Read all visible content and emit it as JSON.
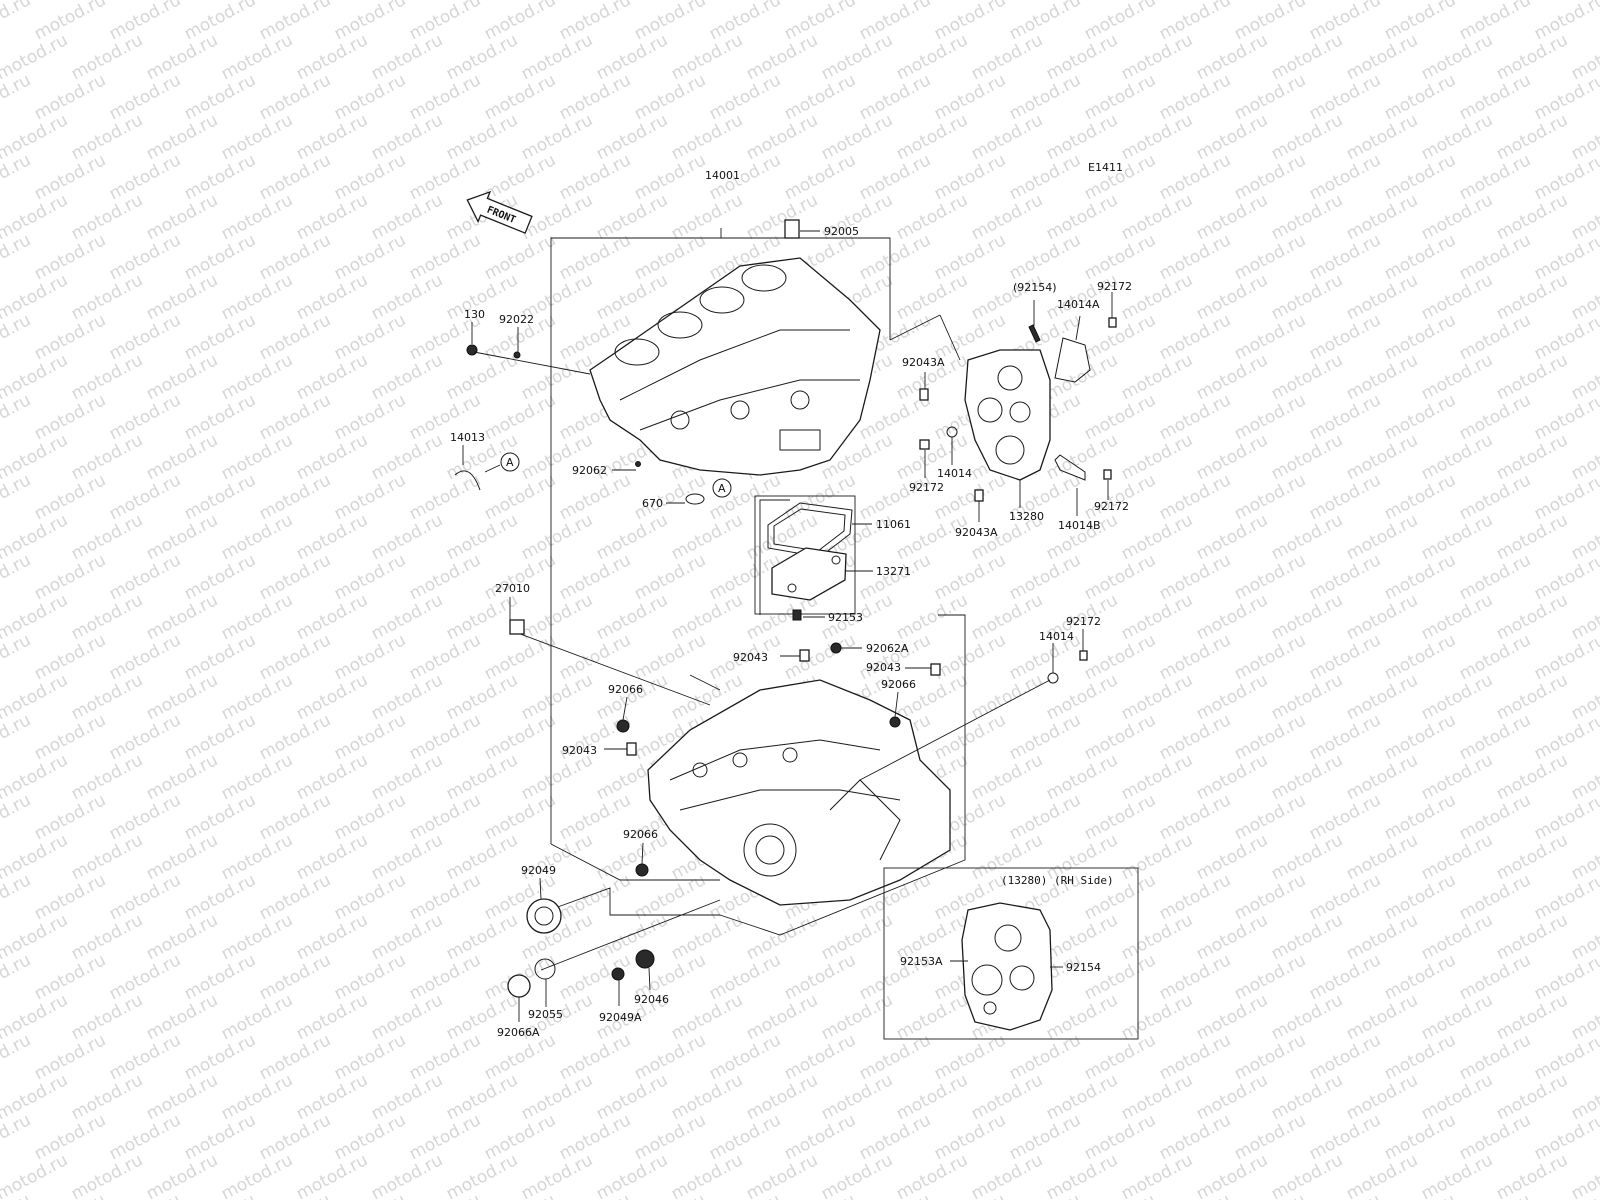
{
  "diagram": {
    "code": "E1411",
    "front_label": "FRONT",
    "watermark": "motod.ru",
    "ref_marker": "A",
    "inset_title": "(13280) (RH Side)"
  },
  "parts": [
    {
      "id": "p-14001",
      "label": "14001"
    },
    {
      "id": "p-92005",
      "label": "92005"
    },
    {
      "id": "p-130",
      "label": "130"
    },
    {
      "id": "p-92022",
      "label": "92022"
    },
    {
      "id": "p-14013",
      "label": "14013"
    },
    {
      "id": "p-92062",
      "label": "92062"
    },
    {
      "id": "p-670",
      "label": "670"
    },
    {
      "id": "p-11061",
      "label": "11061"
    },
    {
      "id": "p-13271",
      "label": "13271"
    },
    {
      "id": "p-92153",
      "label": "92153"
    },
    {
      "id": "p-92154-paren",
      "label": "(92154)"
    },
    {
      "id": "p-14014A",
      "label": "14014A"
    },
    {
      "id": "p-92172-a",
      "label": "92172"
    },
    {
      "id": "p-92043A-a",
      "label": "92043A"
    },
    {
      "id": "p-14014-a",
      "label": "14014"
    },
    {
      "id": "p-92172-b",
      "label": "92172"
    },
    {
      "id": "p-13280",
      "label": "13280"
    },
    {
      "id": "p-92172-c",
      "label": "92172"
    },
    {
      "id": "p-92043A-b",
      "label": "92043A"
    },
    {
      "id": "p-14014B",
      "label": "14014B"
    },
    {
      "id": "p-27010",
      "label": "27010"
    },
    {
      "id": "p-92172-d",
      "label": "92172"
    },
    {
      "id": "p-14014-b",
      "label": "14014"
    },
    {
      "id": "p-92043-a",
      "label": "92043"
    },
    {
      "id": "p-92062A",
      "label": "92062A"
    },
    {
      "id": "p-92043-b",
      "label": "92043"
    },
    {
      "id": "p-92066-a",
      "label": "92066"
    },
    {
      "id": "p-92066-b",
      "label": "92066"
    },
    {
      "id": "p-92043-c",
      "label": "92043"
    },
    {
      "id": "p-92066-c",
      "label": "92066"
    },
    {
      "id": "p-92049",
      "label": "92049"
    },
    {
      "id": "p-92055",
      "label": "92055"
    },
    {
      "id": "p-92049A",
      "label": "92049A"
    },
    {
      "id": "p-92046",
      "label": "92046"
    },
    {
      "id": "p-92066A",
      "label": "92066A"
    },
    {
      "id": "p-92153A",
      "label": "92153A"
    },
    {
      "id": "p-92154",
      "label": "92154"
    }
  ]
}
